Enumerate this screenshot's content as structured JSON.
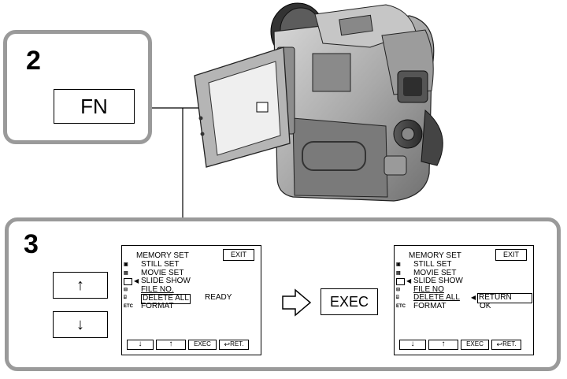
{
  "step2": {
    "number": "2",
    "button_label": "FN"
  },
  "step3": {
    "number": "3",
    "up_button": "↑",
    "down_button": "↓",
    "exec_button": "EXEC",
    "arrow_icon": "hollow-right-arrow"
  },
  "screen_left": {
    "title": "MEMORY SET",
    "exit": "EXIT",
    "items": [
      {
        "icon": "still-icon",
        "label": "STILL  SET"
      },
      {
        "icon": "movie-icon",
        "label": "MOVIE  SET"
      },
      {
        "icon": "slide-icon",
        "label": "SLIDE  SHOW"
      },
      {
        "icon": "file-icon",
        "label": "FILE  NO."
      },
      {
        "icon": "delete-icon",
        "label": "DELETE  ALL",
        "value": "READY"
      },
      {
        "icon": "etc-icon",
        "icon_text": "ETC",
        "label": "FORMAT"
      }
    ],
    "softkeys": [
      "↓",
      "↑",
      "EXEC",
      "RET."
    ]
  },
  "screen_right": {
    "title": "MEMORY SET",
    "exit": "EXIT",
    "items": [
      {
        "icon": "still-icon",
        "label": "STILL  SET"
      },
      {
        "icon": "movie-icon",
        "label": "MOVIE  SET"
      },
      {
        "icon": "slide-icon",
        "label": "SLIDE  SHOW"
      },
      {
        "icon": "file-icon",
        "label": "FILE  NO"
      },
      {
        "icon": "delete-icon",
        "label": "DELETE  ALL",
        "value": "RETURN"
      },
      {
        "icon": "etc-icon",
        "icon_text": "ETC",
        "label": "FORMAT",
        "value": "OK"
      }
    ],
    "softkeys": [
      "↓",
      "↑",
      "EXEC",
      "RET."
    ]
  },
  "colors": {
    "panel_border": "#9a9a9a",
    "line": "#000000"
  }
}
